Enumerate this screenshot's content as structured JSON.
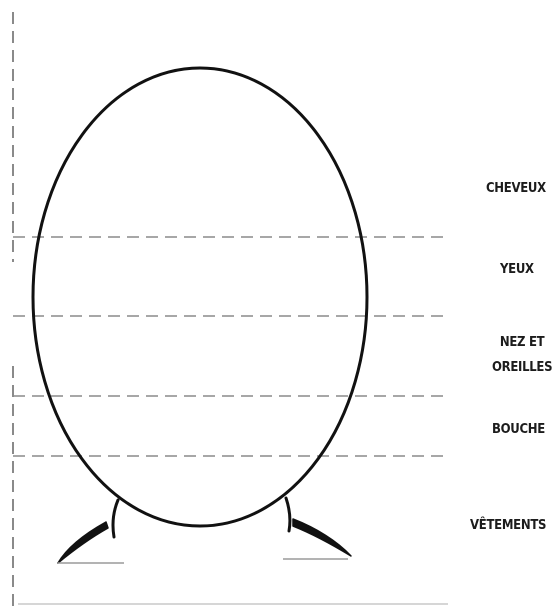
{
  "labels": {
    "hair": "CHEVEUX",
    "eyes": "YEUX",
    "nose_ears_line1": "NEZ ET",
    "nose_ears_line2": "OREILLES",
    "mouth": "BOUCHE",
    "clothes": "VÊTEMENTS"
  }
}
